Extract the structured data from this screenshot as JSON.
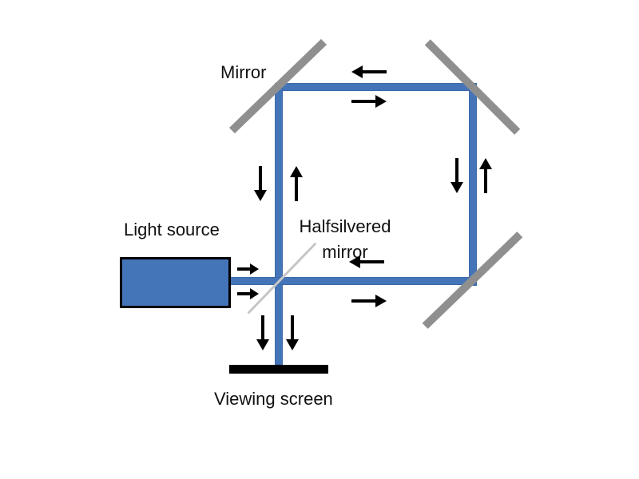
{
  "diagram": {
    "type": "interferometer-light-path-diagram",
    "labels": {
      "mirror": "Mirror",
      "light_source": "Light source",
      "half_mirror": "Halfsilvered mirror",
      "viewing_screen": "Viewing screen"
    },
    "components": [
      "light-source",
      "half-silvered-mirror",
      "mirror-top-left",
      "mirror-top-right",
      "mirror-bottom-right",
      "viewing-screen",
      "beam-square-path"
    ],
    "arrows": [
      {
        "id": "top-beam-upper",
        "direction": "left"
      },
      {
        "id": "top-beam-lower",
        "direction": "right"
      },
      {
        "id": "left-arm-outer",
        "direction": "down"
      },
      {
        "id": "left-arm-inner",
        "direction": "up"
      },
      {
        "id": "right-arm-outer",
        "direction": "down"
      },
      {
        "id": "right-arm-inner",
        "direction": "up"
      },
      {
        "id": "source-beam-upper",
        "direction": "right"
      },
      {
        "id": "source-beam-lower",
        "direction": "right"
      },
      {
        "id": "to-screen-left",
        "direction": "down"
      },
      {
        "id": "to-screen-right",
        "direction": "down"
      },
      {
        "id": "bottom-beam-upper",
        "direction": "left"
      },
      {
        "id": "bottom-beam-lower",
        "direction": "right"
      }
    ]
  },
  "colors": {
    "beam": "#4575b9",
    "beam_edge": "#3c69a7",
    "mirror": "#8f8f8f",
    "half_mirror": "#c6c6c6",
    "screen": "#000000",
    "arrow": "#000000",
    "background": "#ffffff",
    "text": "#111111"
  }
}
